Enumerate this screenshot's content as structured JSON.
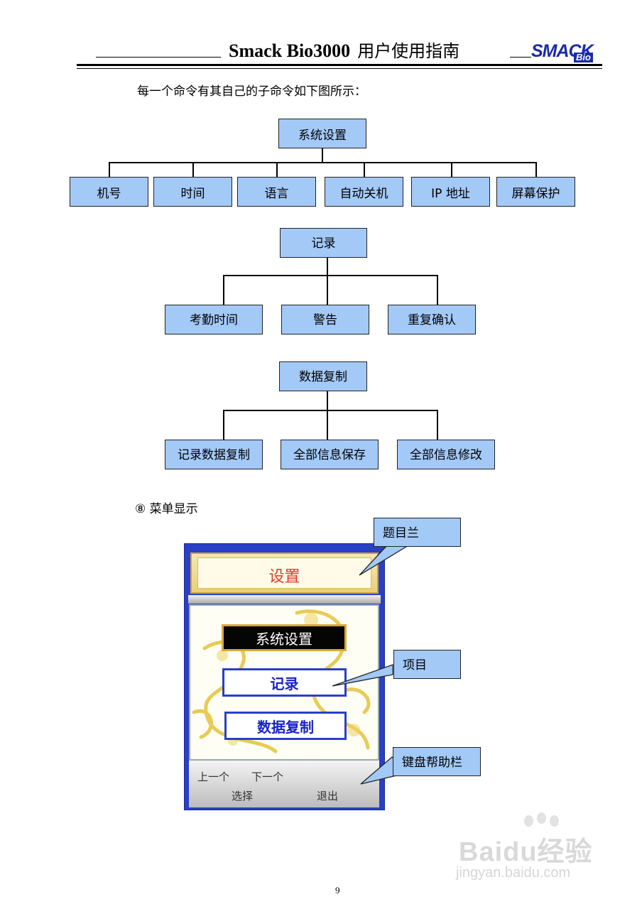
{
  "header": {
    "title_en": "Smack Bio3000",
    "title_zh": "用户使用指南",
    "logo_main": "SMACK",
    "logo_sub": "Bio"
  },
  "intro_text": "每一个命令有其自己的子命令如下图所示：",
  "tree_system": {
    "root": "系统设置",
    "children": [
      "机号",
      "时间",
      "语言",
      "自动关机",
      "IP 地址",
      "屏幕保护"
    ]
  },
  "tree_record": {
    "root": "记录",
    "children": [
      "考勤时间",
      "警告",
      "重复确认"
    ]
  },
  "tree_data": {
    "root": "数据复制",
    "children": [
      "记录数据复制",
      "全部信息保存",
      "全部信息修改"
    ]
  },
  "section_heading": "⑧ 菜单显示",
  "device": {
    "title": "设置",
    "menu_items": [
      "系统设置",
      "记录",
      "数据复制"
    ],
    "keys": {
      "prev": "上一个",
      "next": "下一个",
      "select": "选择",
      "exit": "退出"
    }
  },
  "callouts": {
    "title_bar": "题目兰",
    "item": "项目",
    "key_bar": "键盘帮助栏"
  },
  "page_number": "9",
  "watermark": {
    "main": "Baidu经验",
    "sub": "jingyan.baidu.com"
  },
  "colors": {
    "box_fill": "#a3c9f7",
    "screen_frame": "#2a3fc8",
    "title_red": "#e03a2a",
    "menu_blue": "#1a22c8",
    "logo_blue": "#1b2aa6"
  }
}
